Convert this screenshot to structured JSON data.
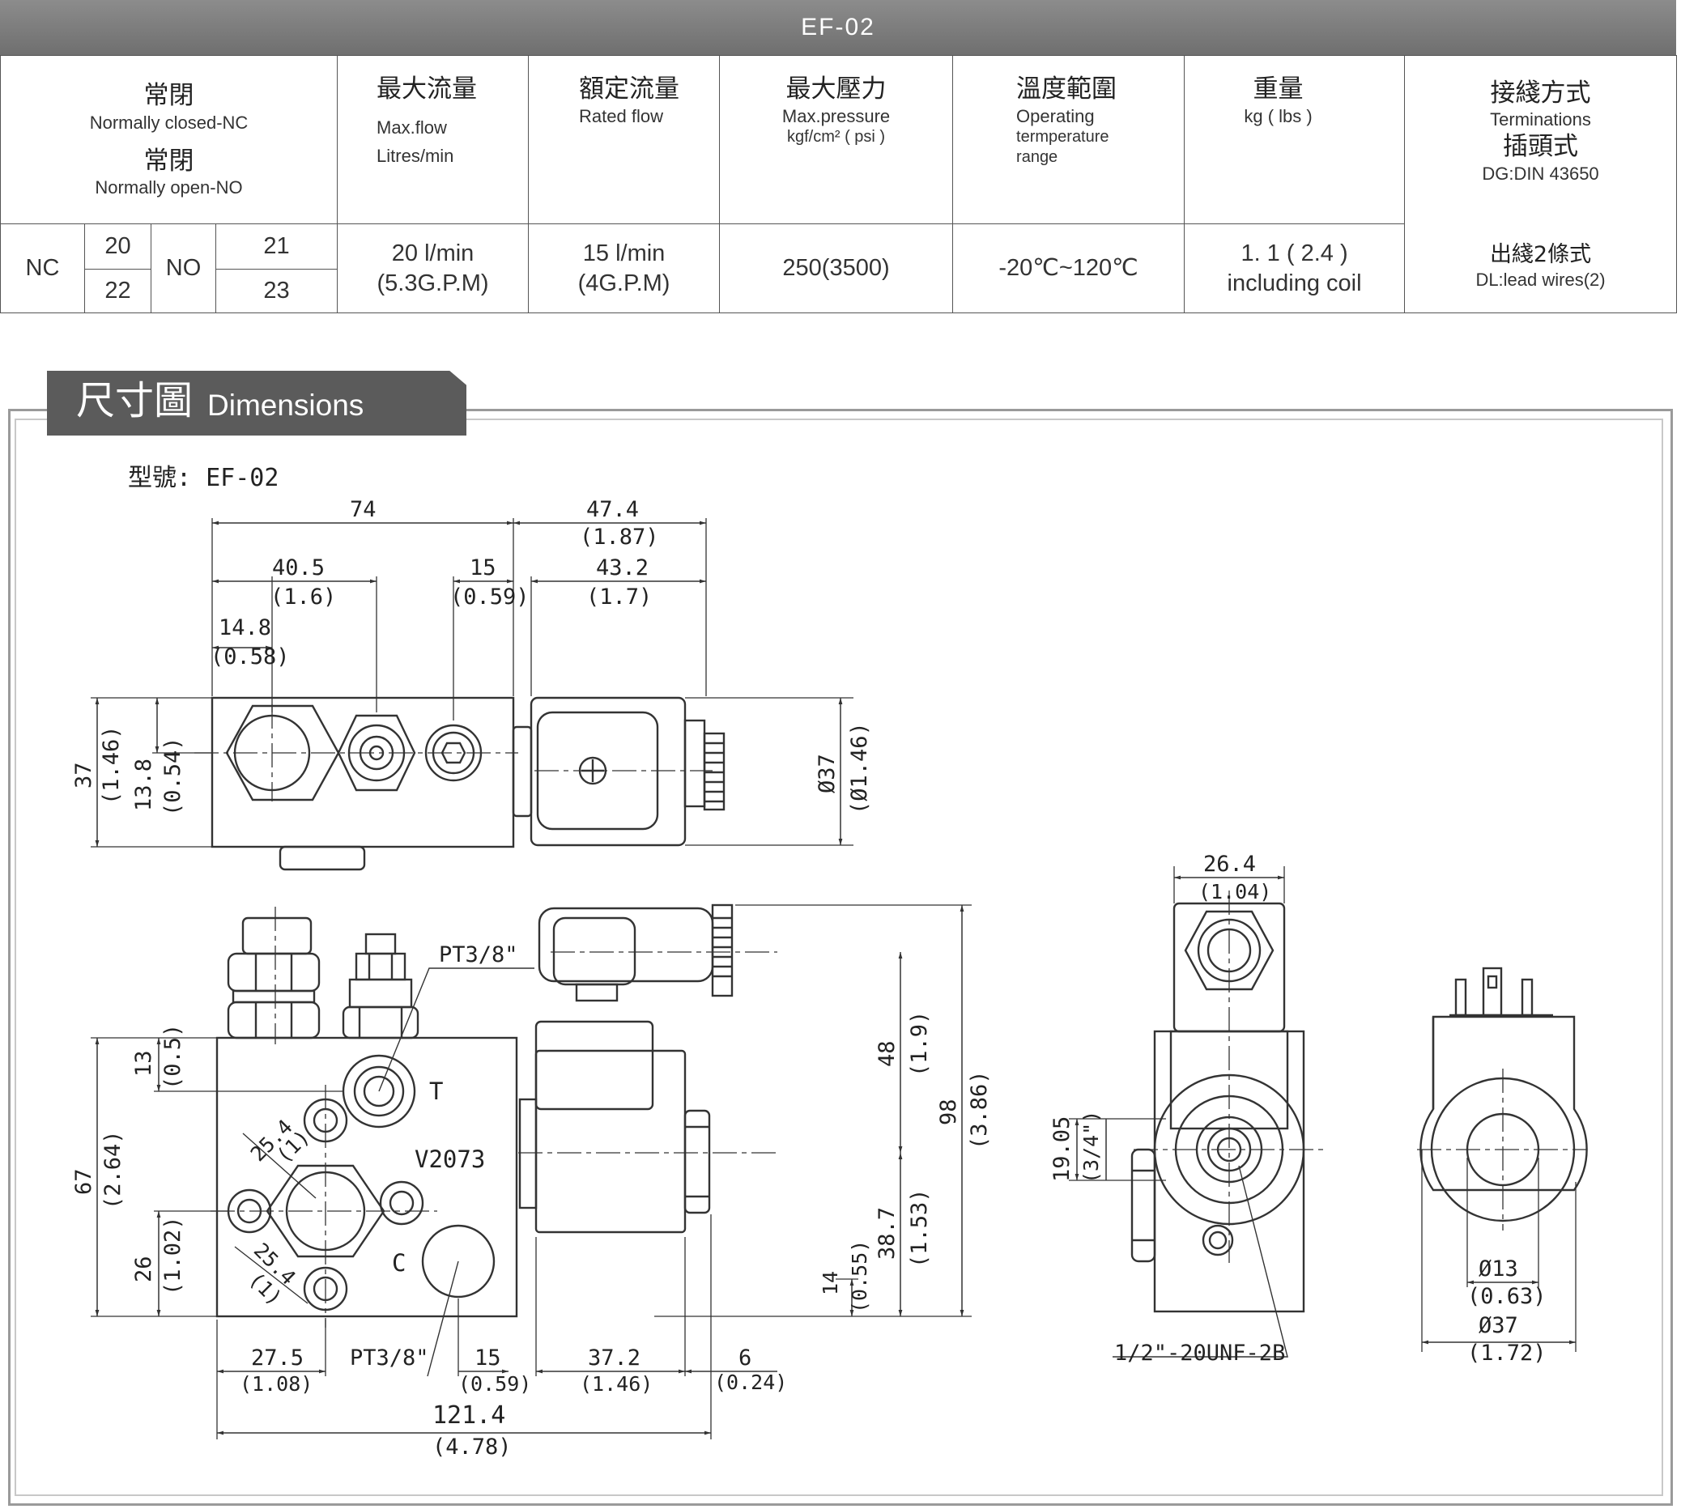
{
  "header": {
    "title": "EF-02"
  },
  "table": {
    "col1": {
      "nc_zh": "常閉",
      "nc_en": "Normally closed-NC",
      "no_zh": "常閉",
      "no_en": "Normally open-NO"
    },
    "col2": {
      "zh": "最大流量",
      "en1": "Max.flow",
      "en2": "Litres/min"
    },
    "col3": {
      "zh": "額定流量",
      "en": "Rated flow"
    },
    "col4": {
      "zh": "最大壓力",
      "en1": "Max.pressure",
      "en2": "kgf/cm² ( psi )"
    },
    "col5": {
      "zh": "溫度範圍",
      "en1": "Operating",
      "en2": "termperature",
      "en3": "range"
    },
    "col6": {
      "zh": "重量",
      "en": "kg ( lbs )"
    },
    "col7": {
      "zh1": "接綫方式",
      "en1": "Terminations",
      "zh2": "插頭式",
      "en2": "DG:DIN 43650",
      "zh3": "出綫2條式",
      "en3": "DL:lead wires(2)"
    },
    "row": {
      "nc": "NC",
      "nc_a": "20",
      "nc_b": "22",
      "no": "NO",
      "no_a": "21",
      "no_b": "23",
      "maxflow1": "20 l/min",
      "maxflow2": "(5.3G.P.M)",
      "rated1": "15 l/min",
      "rated2": "(4G.P.M)",
      "pressure": "250(3500)",
      "temp": "-20℃~120℃",
      "weight1": "1. 1 ( 2.4 )",
      "weight2": "including coil"
    }
  },
  "section": {
    "title_zh": "尺寸圖",
    "title_en": "Dimensions",
    "model": "型號: EF-02"
  },
  "dims": {
    "d74": "74",
    "d47_4": "47.4",
    "d1_87": "(1.87)",
    "d40_5": "40.5",
    "d1_6": "(1.6)",
    "d15a": "15",
    "d0_59a": "(0.59)",
    "d43_2": "43.2",
    "d1_7": "(1.7)",
    "d14_8": "14.8",
    "d0_58": "(0.58)",
    "d37": "37",
    "d1_46": "(1.46)",
    "d13_8": "13.8",
    "d0_54": "(0.54)",
    "dia37": "Ø37",
    "dia1_46": "(Ø1.46)",
    "pt38a": "PT3/8\"",
    "t": "T",
    "v2073": "V2073",
    "c": "C",
    "d25_4a": "25.4",
    "d1a": "(1)",
    "d25_4b": "25.4",
    "d1b": "(1)",
    "d13": "13",
    "d0_5": "(0.5)",
    "d67": "67",
    "d2_64": "(2.64)",
    "d26": "26",
    "d1_02": "(1.02)",
    "d48": "48",
    "d1_9": "(1.9)",
    "d98": "98",
    "d3_86": "(3.86)",
    "d38_7": "38.7",
    "d1_53": "(1.53)",
    "d14": "14",
    "d0_55": "(0.55)",
    "d27_5": "27.5",
    "d1_08": "(1.08)",
    "pt38b": "PT3/8\"",
    "d15b": "15",
    "d0_59b": "(0.59)",
    "d37_2": "37.2",
    "d1_46b": "(1.46)",
    "d6": "6",
    "d0_24": "(0.24)",
    "d121_4": "121.4",
    "d4_78": "(4.78)",
    "d26_4": "26.4",
    "d1_04": "(1.04)",
    "d19_05": "19.05",
    "d3_4": "(3/4\")",
    "unf": "1/2\"-20UNF-2B",
    "dia13": "Ø13",
    "d0_63": "(0.63)",
    "dia37b": "Ø37",
    "d1_72": "(1.72)"
  }
}
